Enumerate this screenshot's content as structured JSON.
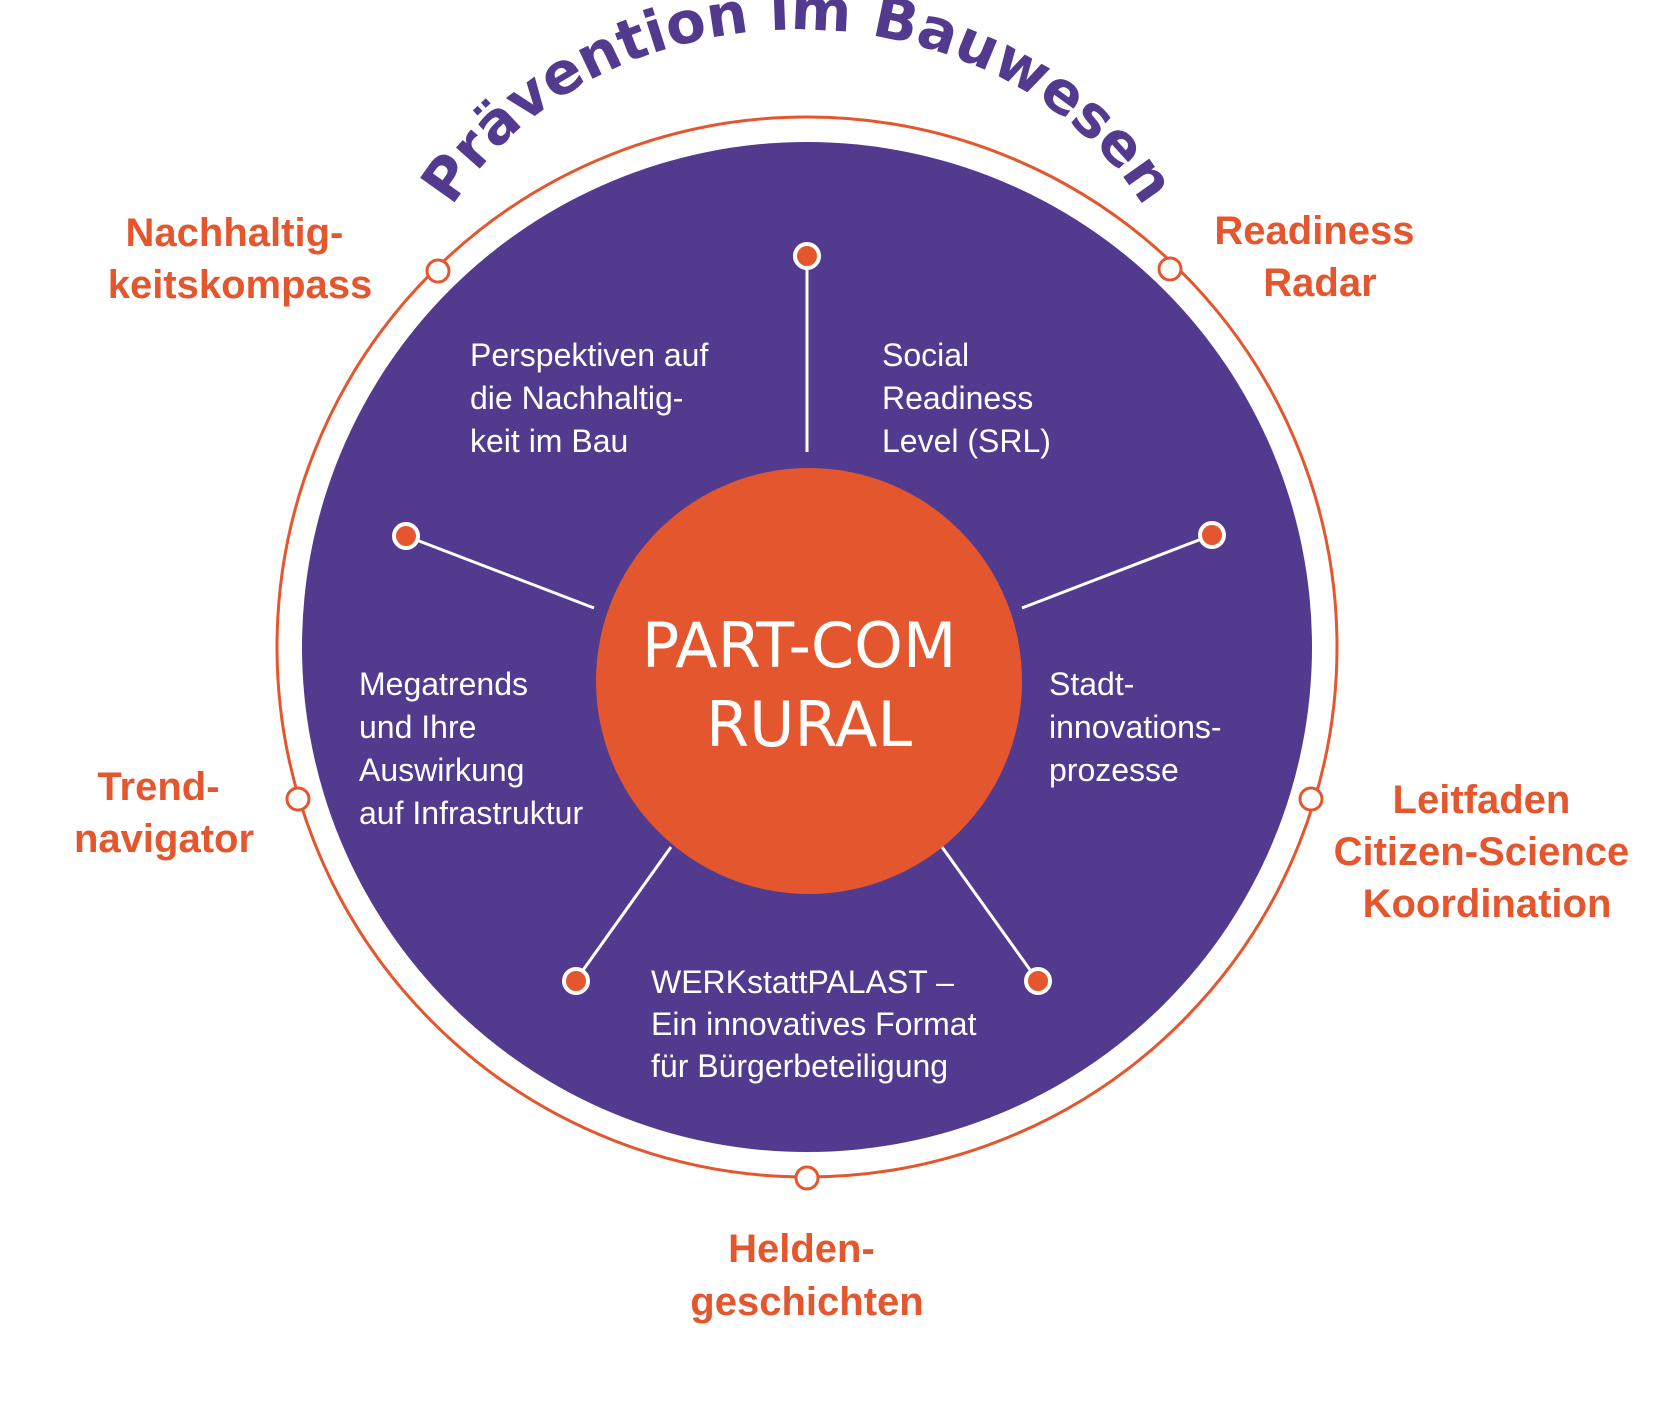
{
  "colors": {
    "purple": "#523A8E",
    "orange": "#E4572E",
    "white": "#FFFFFF"
  },
  "title": "Prävention im Bauwesen",
  "center": {
    "lines": [
      "PART-COM",
      "RURAL"
    ]
  },
  "outer_labels": {
    "nachhaltig": [
      "Nachhaltig-",
      "keitskompass"
    ],
    "readiness": [
      "Readiness",
      "Radar"
    ],
    "trend": [
      "Trend-",
      "navigator"
    ],
    "leitfaden": [
      "Leitfaden",
      "Citizen-Science",
      "Koordination"
    ],
    "helden": [
      "Helden-",
      "geschichten"
    ]
  },
  "inner_labels": {
    "perspektiven": [
      "Perspektiven auf",
      "die Nachhaltig-",
      "keit im Bau"
    ],
    "srl": [
      "Social",
      "Readiness",
      "Level (SRL)"
    ],
    "megatrends": [
      "Megatrends",
      "und Ihre",
      "Auswirkung",
      "auf Infrastruktur"
    ],
    "stadt": [
      "Stadt-",
      "innovations-",
      "prozesse"
    ],
    "werkstatt": [
      "WERKstattPALAST –",
      "Ein innovatives Format",
      "für Bürgerbeteiligung"
    ]
  }
}
